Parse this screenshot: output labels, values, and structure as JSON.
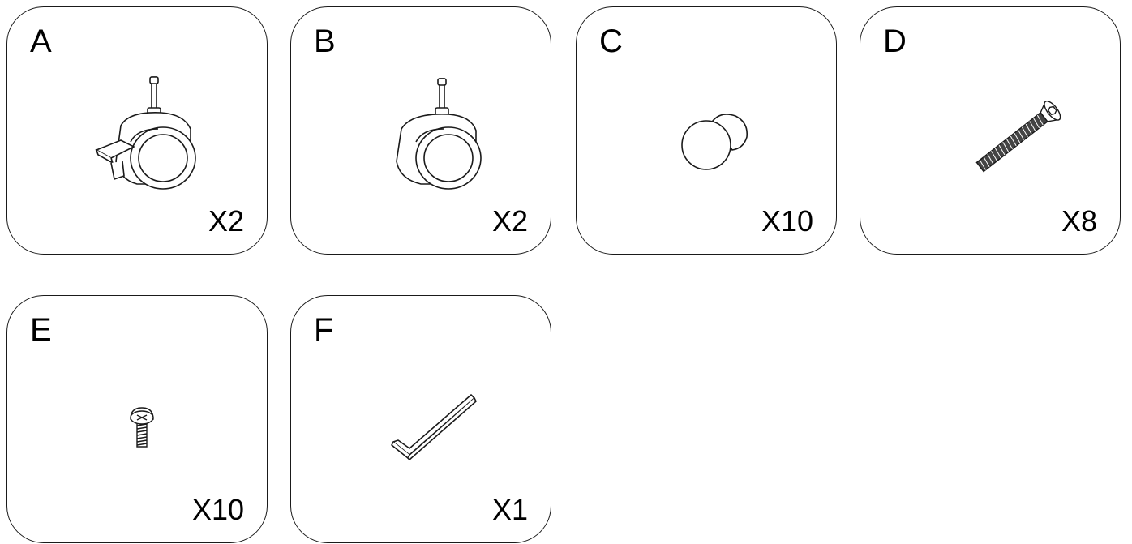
{
  "parts": [
    {
      "letter": "A",
      "quantity": "X2"
    },
    {
      "letter": "B",
      "quantity": "X2"
    },
    {
      "letter": "C",
      "quantity": "X10"
    },
    {
      "letter": "D",
      "quantity": "X8"
    },
    {
      "letter": "E",
      "quantity": "X10"
    },
    {
      "letter": "F",
      "quantity": "X1"
    }
  ],
  "icons": {
    "A": "locking-caster-wheel-icon",
    "B": "caster-wheel-icon",
    "C": "round-knob-cap-icon",
    "D": "countersunk-hex-bolt-icon",
    "E": "phillips-pan-head-screw-icon",
    "F": "allen-key-icon"
  },
  "colors": {
    "stroke": "#1a1a1a",
    "background": "#ffffff"
  }
}
